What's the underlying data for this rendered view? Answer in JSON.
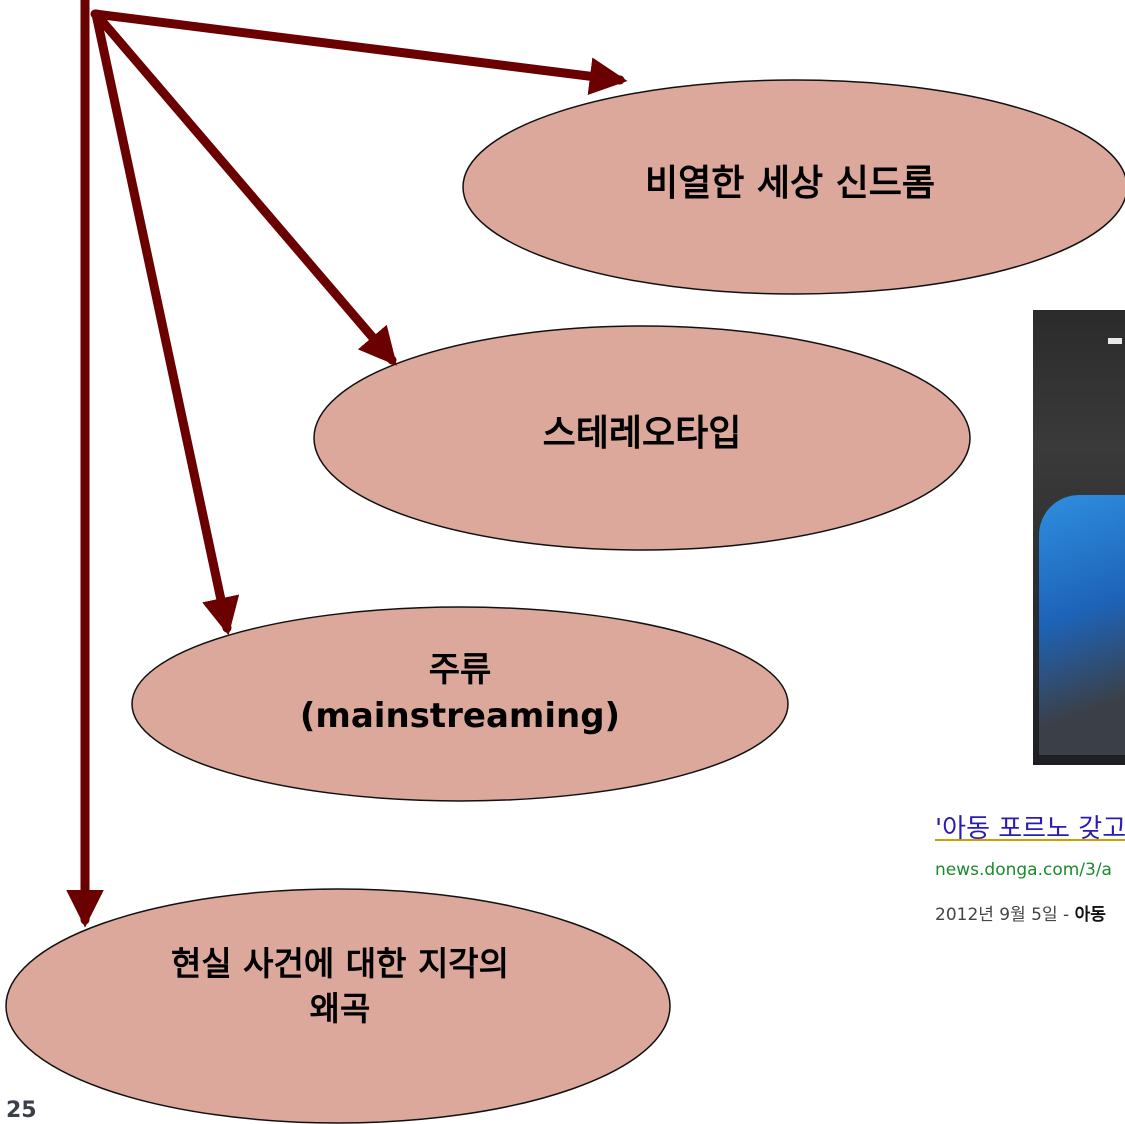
{
  "nodes": {
    "mean_world": "비열한 세상 신드롬",
    "stereotype": "스테레오타입",
    "mainstreaming_line1": "주류",
    "mainstreaming_line2": "(mainstreaming)",
    "distortion_line1": "현실 사건에 대한 지각의",
    "distortion_line2": "왜곡"
  },
  "news": {
    "title": "'아동 포르노 갖고",
    "url": "news.donga.com/3/a",
    "date": "2012년 9월 5일 - ",
    "date_bold": "아동"
  },
  "page_number": "25",
  "colors": {
    "arrow": "#6b0000",
    "ellipse_fill": "#dba89b",
    "ellipse_stroke": "#111111"
  }
}
